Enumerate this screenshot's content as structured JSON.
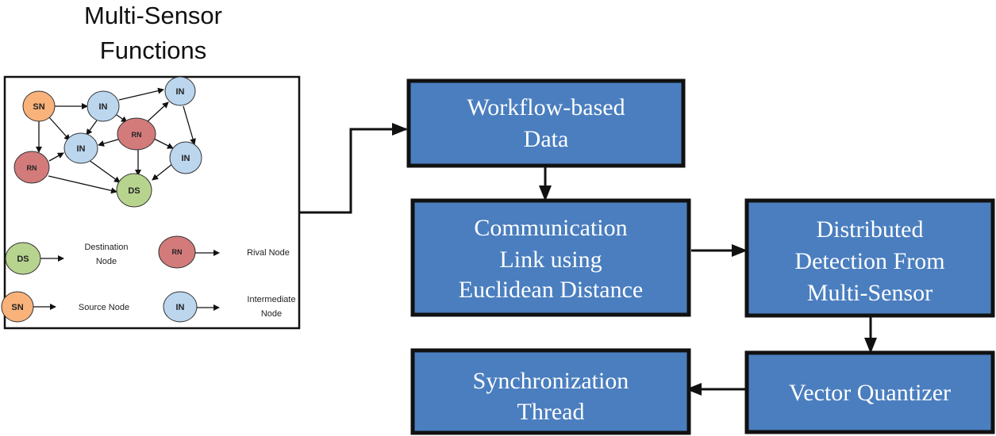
{
  "title_lines": [
    "Multi-Sensor",
    "Functions"
  ],
  "colors": {
    "box_fill": "#4a7ebf",
    "box_border": "#111111",
    "source_node": "#f9b27a",
    "rival_node": "#d37b7b",
    "intermediate_node": "#bcd6ee",
    "destination_node": "#b7d48f"
  },
  "network": {
    "nodes": {
      "sn": "SN",
      "in_top": "IN",
      "in_topright": "IN",
      "rn_center": "RN",
      "in_mid": "IN",
      "in_right": "IN",
      "rn_left": "RN",
      "ds": "DS"
    },
    "legend": [
      {
        "node": "DS",
        "label_lines": [
          "Destination",
          "Node"
        ]
      },
      {
        "node": "RN",
        "label_lines": [
          "Rival Node"
        ]
      },
      {
        "node": "SN",
        "label_lines": [
          "Source Node"
        ]
      },
      {
        "node": "IN",
        "label_lines": [
          "Intermediate",
          "Node"
        ]
      }
    ]
  },
  "boxes": {
    "workflow": [
      "Workflow-based",
      "Data"
    ],
    "communication": [
      "Communication",
      "Link using",
      "Euclidean Distance"
    ],
    "distributed": [
      "Distributed",
      "Detection From",
      "Multi-Sensor"
    ],
    "vector": [
      "Vector Quantizer"
    ],
    "synchronization": [
      "Synchronization",
      "Thread"
    ]
  }
}
